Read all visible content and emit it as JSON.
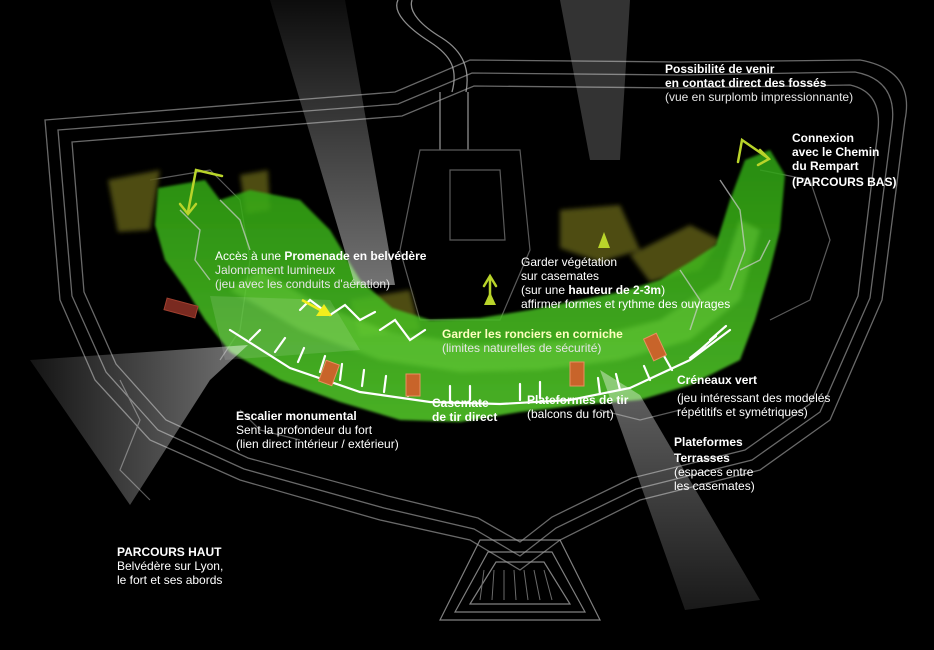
{
  "labels": {
    "possibilite": {
      "line1": "Possibilité de venir",
      "line2": "en contact direct des fossés",
      "line3": "(vue en surplomb impressionnante)"
    },
    "connexion": {
      "line1": "Connexion",
      "line2": "avec le Chemin",
      "line3": "du Rempart",
      "line4": "(PARCOURS BAS)"
    },
    "acces": {
      "pre": "Accès à une ",
      "bold": "Promenade en belvédère",
      "line2": "Jalonnement lumineux",
      "line3": "(jeu avec les conduits d'aération)"
    },
    "garder_vegetation": {
      "line1": "Garder végétation",
      "line2": "sur casemates",
      "line3_pre": "(sur une ",
      "line3_bold": "hauteur de 2-3m",
      "line3_post": ")",
      "line4": "affirmer formes et rythme des ouvrages"
    },
    "ronciers": {
      "line1": "Garder les ronciers en corniche",
      "line2": "(limites naturelles de sécurité)"
    },
    "creneaux": {
      "line1": "Créneaux vert",
      "line2": "(jeu intéressant des modelés",
      "line3": "répétitifs et symétriques)"
    },
    "escalier": {
      "line1": "Escalier monumental",
      "line2": "Sent la profondeur du fort",
      "line3": "(lien direct intérieur / extérieur)"
    },
    "casemate": {
      "line1": "Casemate",
      "line2": "de tir direct"
    },
    "plateformes_tir": {
      "line1": "Plateformes de tir",
      "line2": "(balcons du fort)"
    },
    "plateformes_terrasses": {
      "line1": "Plateformes",
      "line2": "Terrasses",
      "line3": "(espaces entre",
      "line4": "les casemates)"
    },
    "parcours_haut": {
      "line1": "PARCOURS HAUT",
      "line2": "Belvédère sur Lyon,",
      "line3": "le fort et ses abords"
    }
  },
  "colors": {
    "background": "#000000",
    "promenade_green": "#3fbf1e",
    "vegetation_olive": "#5b5a14",
    "casemate_orange": "#c8642a",
    "access_arrow": "#b9d42a",
    "direction_arrow": "#f2ee1c",
    "plan_lines": "#8c8c8c",
    "view_cone": "#ffffff"
  },
  "icons": [
    "arrow-icon",
    "view-cone-icon",
    "casemate-marker-icon"
  ]
}
